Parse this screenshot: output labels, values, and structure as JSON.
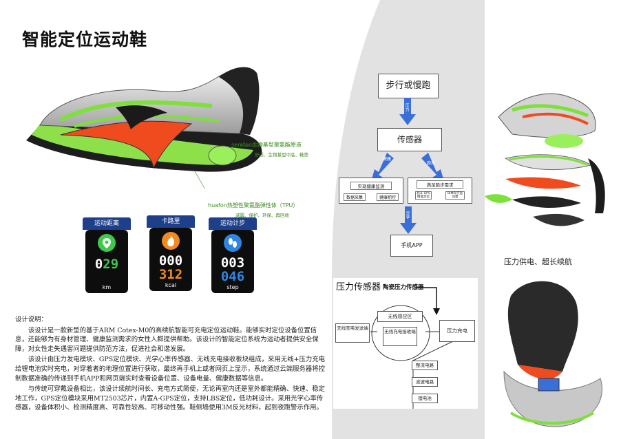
{
  "title": "智能定位运动鞋",
  "callouts": {
    "serefon": "serefon生物基型聚氨酯原液",
    "serefon_sub": "舒适、生物基型中底、鞋垫",
    "huafon": "huafon热塑性聚氨酯弹性体（TPU）",
    "huafon_sub": "减震、保护、环保、再回收"
  },
  "watches": [
    {
      "header": "运动距离",
      "value_top": "029",
      "value_bottom": "",
      "unit": "km",
      "icon": "location-pin-icon",
      "accent": "#3fc84a"
    },
    {
      "header": "卡路里",
      "value_top": "000",
      "value_bottom": "312",
      "unit": "kcal",
      "icon": "flame-icon",
      "accent": "#f08a22"
    },
    {
      "header": "运动计步",
      "value_top": "003",
      "value_bottom": "046",
      "unit": "step",
      "icon": "footprints-icon",
      "accent": "#2f86e0"
    }
  ],
  "description": {
    "heading": "设计说明：",
    "p1": "该设计是一款新型的基于ARM Cotex-M0的高续航智能可充电定位运动鞋。能够实时定位设备位置信息，还能够为有身材管理、健康监测需求的女性人群提供帮助。该设计的智能定位系统为运动者提供安全保障，对女性走失遇害问题提供防范方法，促进社会和谐发展。",
    "p2": "该设计由压力发电模块、GPS定位模块、光学心率传感器、无线充电接收板块组成，采用无线+压力充电给锂电池实时充电，对穿着者的地理位置进行获取，最终再手机上或者网页上显示，系统通过云端服务器将控制数据准确的传递到手机APP和网页端实时查看设备位置、设备电量、健康数据等信息。",
    "p3": "与传统可穿戴设备相比，该设计续航时间长、充电方式简便，无论再室内还是室外都能精确、快速、稳定地工作，GPS定位模块采用MT2503芯片，内置A-GPS定位，支持LBS定位，低功耗设计。采用光学心率传感器，设备体积小、检测精度高、可靠性较高、可移动性强。鞋侧墙使用3M反光材料，起到夜跑警示作用。"
  },
  "flow": {
    "start": "步行或慢跑",
    "arrow1": "压力",
    "sensor": "传感器",
    "arrow_left": "健康",
    "arrow_right": "跑步",
    "health_title": "实现健康监测",
    "health_a": "数据采集",
    "health_b": "健康把控",
    "run_title": "满足跑步需求",
    "run_a": "北斗 GPS 精准定位",
    "run_b": "BIM科学运动量",
    "arrow3": "分享",
    "app": "手机APP"
  },
  "power": {
    "title": "压力传感器",
    "ceramic": "陶瓷压力传感器",
    "wireless_zone": "无线感应区",
    "wireless_tx": "无线充电发送端",
    "wireless_rx": "无线充电接收端",
    "pressure_charge": "压力充电",
    "rectifier": "整流电路",
    "filter": "滤波电路",
    "battery": "锂电池"
  },
  "right_caption": "压力供电、超长续航",
  "colors": {
    "arrow_blue": "#3a6fd8",
    "shoe_green": "#7ee03a",
    "shoe_orange": "#ef4b1f",
    "panel_gray": "#e2e2e2",
    "watch_blue": "#1e3f8a"
  }
}
